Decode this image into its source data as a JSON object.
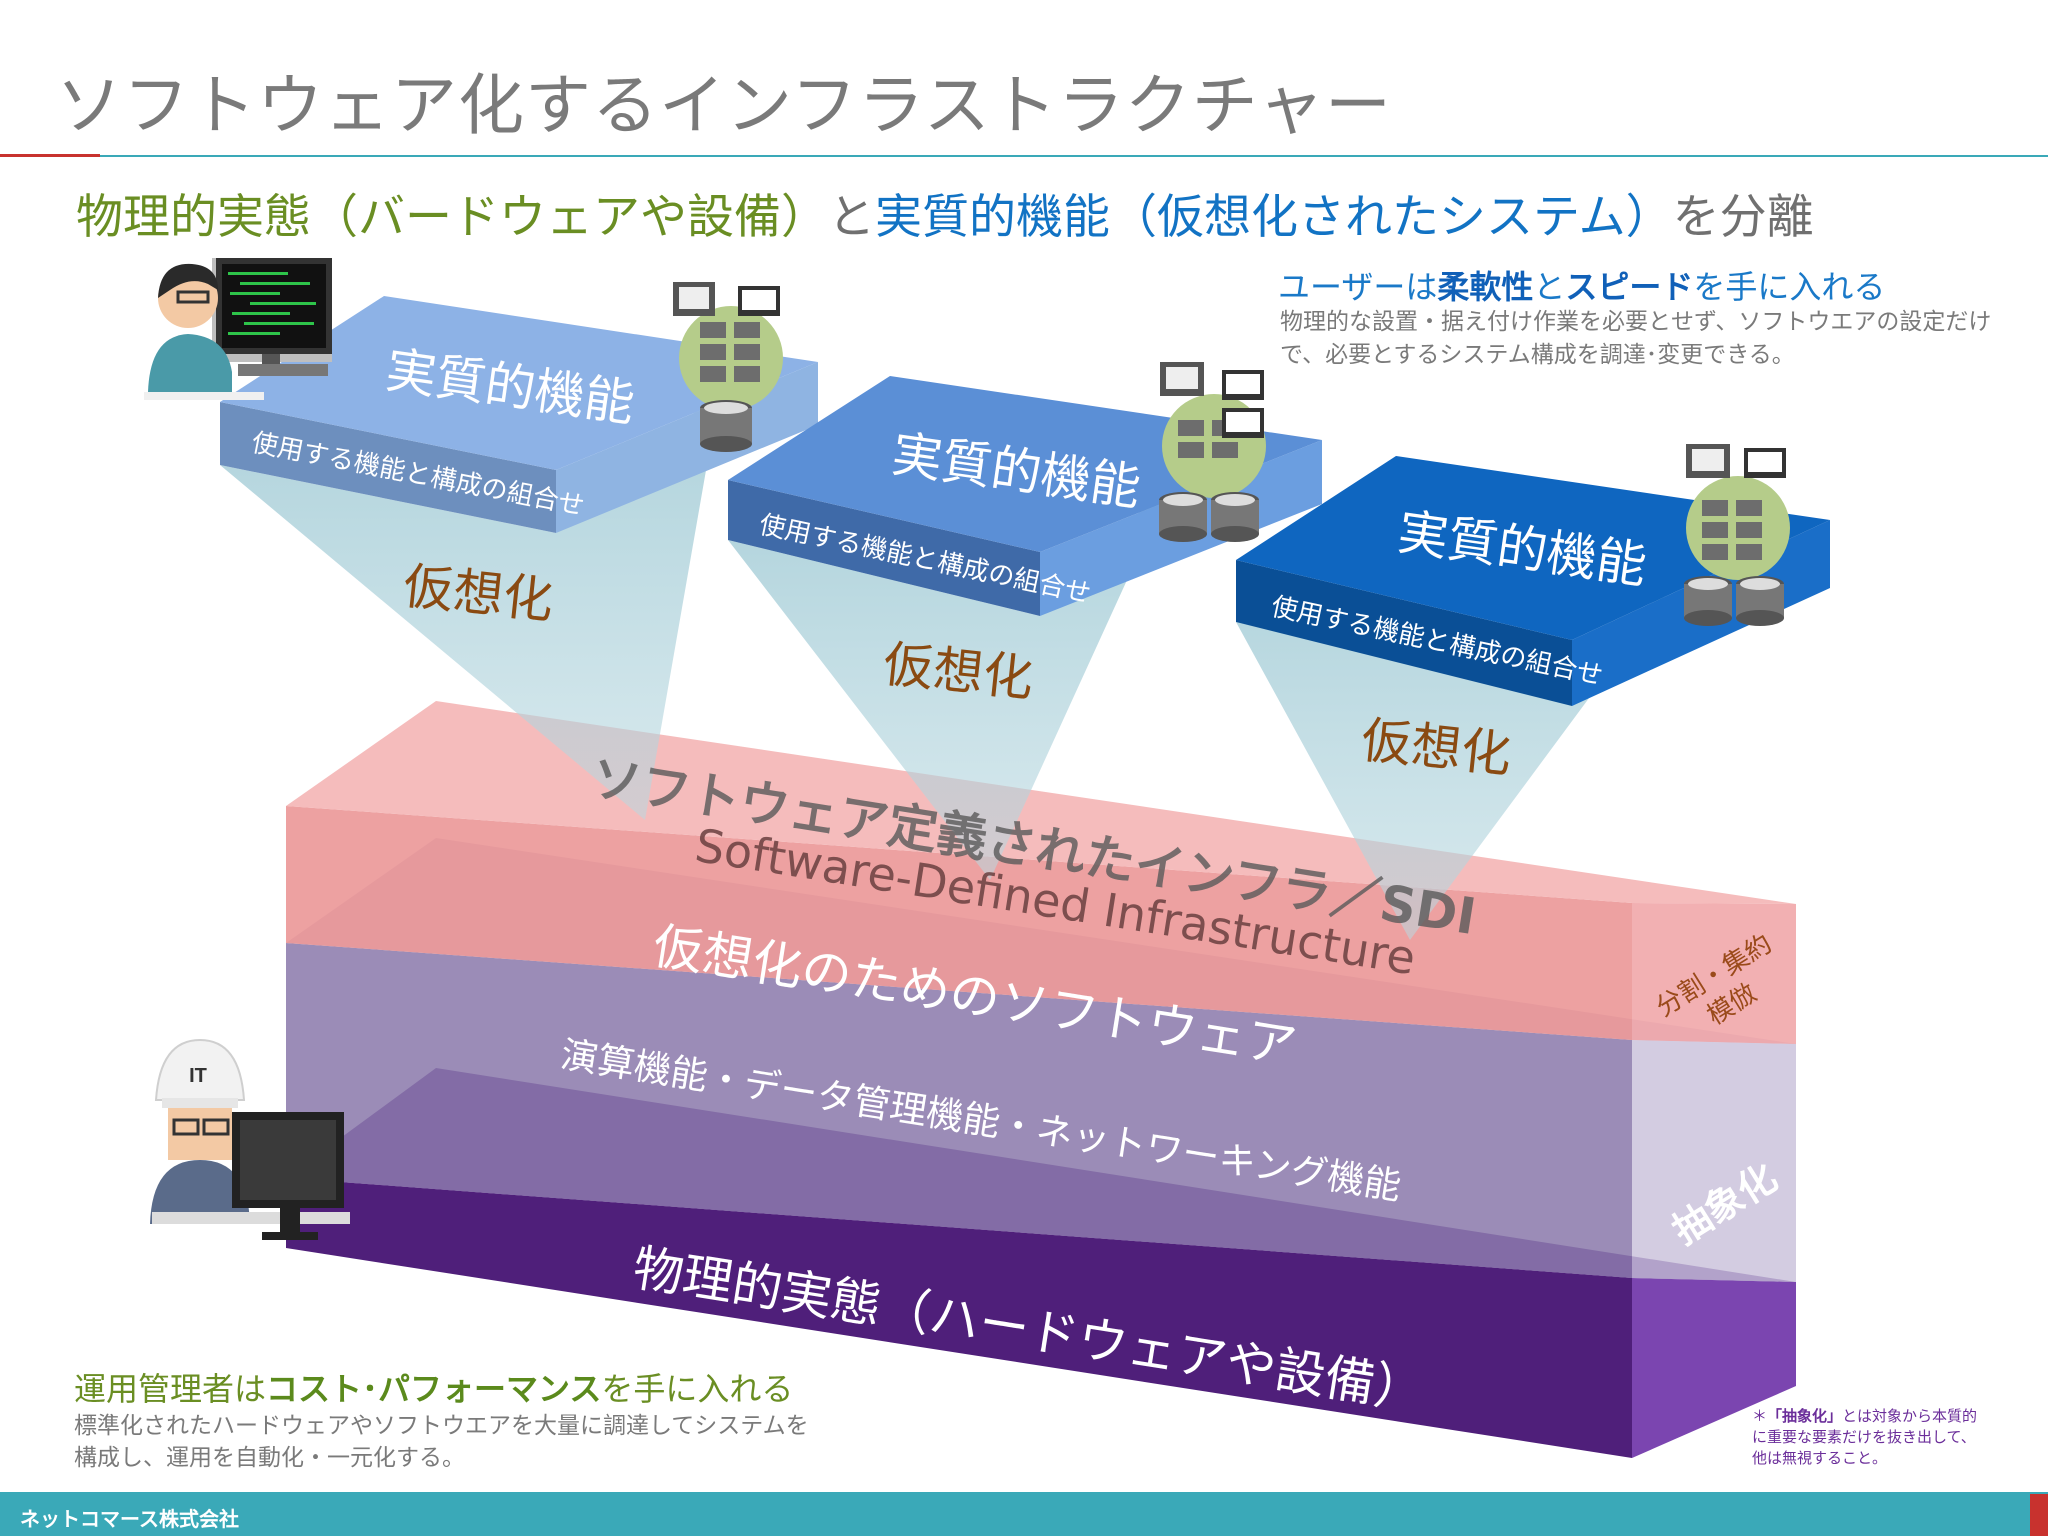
{
  "title": "ソフトウェア化するインフラストラクチャー",
  "subtitle": {
    "part1": "物理的実態（バードウェアや設備）",
    "part2": "と",
    "part3": "実質的機能（仮想化されたシステム）",
    "part4": "を分離"
  },
  "user_block": {
    "head_pre": "ユーザーは",
    "head_bold1": "柔軟性",
    "head_mid": "と",
    "head_bold2": "スピード",
    "head_post": "を手に入れる",
    "desc": "物理的な設置・据え付け作業を必要とせず、ソフトウエアの設定だけで、必要とするシステム構成を調達･変更できる。"
  },
  "function_boxes": [
    {
      "top_label": "実質的機能",
      "side_label": "使用する機能と構成の組合せ",
      "virtualization_label": "仮想化"
    },
    {
      "top_label": "実質的機能",
      "side_label": "使用する機能と構成の組合せ",
      "virtualization_label": "仮想化"
    },
    {
      "top_label": "実質的機能",
      "side_label": "使用する機能と構成の組合せ",
      "virtualization_label": "仮想化"
    }
  ],
  "sdi_layer": {
    "title_ja": "ソフトウェア定義されたインフラ／SDI",
    "title_en": "Software-Defined Infrastructure",
    "side_label": "分割・集約\n模倣"
  },
  "software_layer": {
    "label": "仮想化のためのソフトウェア",
    "functions": "演算機能・データ管理機能・ネットワーキング機能",
    "side_label": "抽象化"
  },
  "physical_layer": {
    "label": "物理的実態（ハードウェアや設備）"
  },
  "admin_block": {
    "head_pre": "運用管理者は",
    "head_bold": "コスト･パフォーマンス",
    "head_post": "を手に入れる",
    "desc": "標準化されたハードウェアやソフトウエアを大量に調達してシステムを構成し、運用を自動化・一元化する。"
  },
  "note": {
    "prefix": "＊",
    "bold": "「抽象化」",
    "text": "とは対象から本質的に重要な要素だけを抜き出して、他は無視すること。"
  },
  "footer": "ネットコマース株式会社",
  "colors": {
    "title_gray": "#7a7a7a",
    "physical_green": "#6a8e23",
    "virtual_blue": "#1273c4",
    "sdi_pink": "#f2a3a6",
    "software_lavender": "#a79bbd",
    "physical_purple": "#5b2a86",
    "virtualize_orange": "#8a4a12",
    "footer_teal": "#3aa9b8",
    "accent_red": "#c8322e"
  },
  "icons": [
    "programmer-icon",
    "server-cluster-icon",
    "database-icon",
    "desktop-computer-icon",
    "it-engineer-icon"
  ]
}
